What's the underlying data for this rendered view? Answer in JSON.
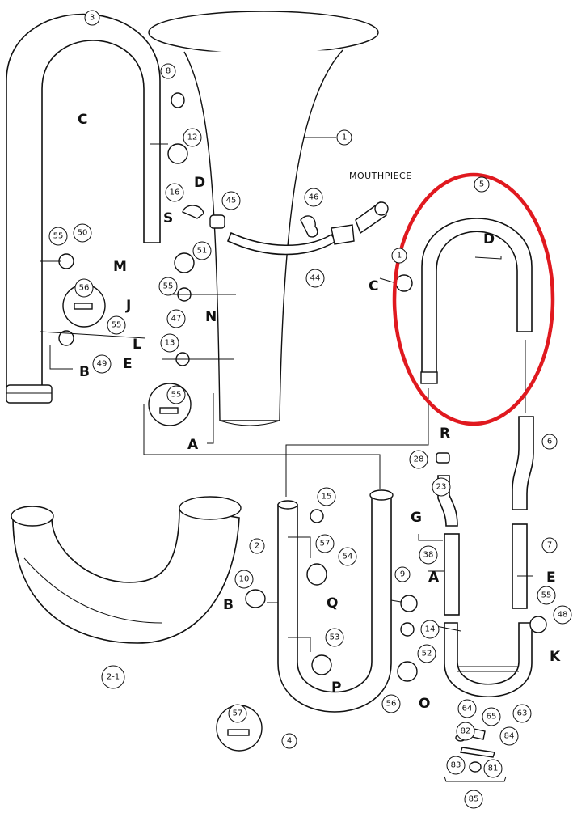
{
  "diagram": {
    "caption_mouthpiece": "MOUTHPIECE",
    "parts": [
      "1",
      "2",
      "2-1",
      "3",
      "4",
      "5",
      "6",
      "7",
      "8",
      "9",
      "10",
      "12",
      "13",
      "14",
      "15",
      "16",
      "23",
      "28",
      "38",
      "44",
      "45",
      "46",
      "47",
      "48",
      "49",
      "50",
      "51",
      "52",
      "53",
      "54",
      "55",
      "56",
      "57",
      "63",
      "64",
      "65",
      "81",
      "82",
      "83",
      "84",
      "85"
    ],
    "refs": [
      "A",
      "B",
      "C",
      "D",
      "E",
      "G",
      "J",
      "K",
      "L",
      "M",
      "N",
      "O",
      "P",
      "Q",
      "R",
      "S"
    ],
    "highlight_color": "#e0191f",
    "line_color": "#111111"
  }
}
